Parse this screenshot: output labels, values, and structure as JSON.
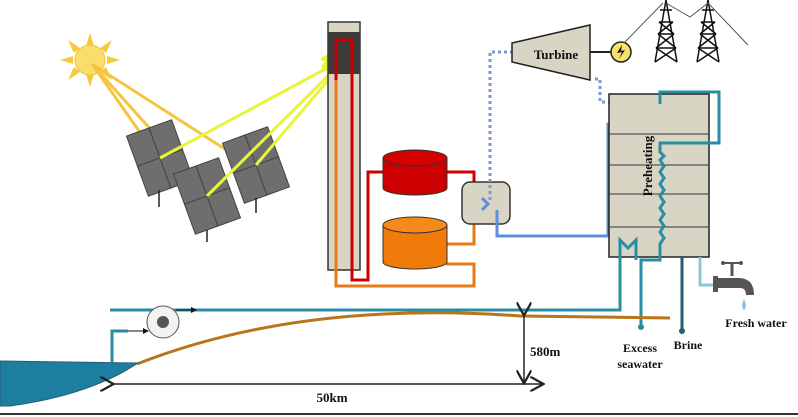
{
  "labels": {
    "turbine": "Turbine",
    "preheating": "Preheating",
    "fresh_water": "Fresh water",
    "excess_line1": "Excess",
    "excess_line2": "seawater",
    "brine": "Brine",
    "elevation": "580m",
    "distance": "50km"
  },
  "icons": [
    "sun-icon",
    "heliostat-icon",
    "solar-tower-icon",
    "hot-tank-icon",
    "cold-tank-icon",
    "heat-exchanger-icon",
    "turbine-icon",
    "generator-icon",
    "power-pylon-icon",
    "desalination-unit-icon",
    "faucet-icon",
    "pump-icon",
    "sea-icon"
  ],
  "colors": {
    "sun": "#f7d24a",
    "sun_ray": "#f5c542",
    "reflected_ray": "#e8f53a",
    "panel": "#6e6e6e",
    "tower_body": "#d9d5c5",
    "receiver": "#3b3b3b",
    "hot_salt": "#cc0000",
    "cold_salt": "#e87a1a",
    "steam": "#5b8fd6",
    "seawater": "#2a8ea3",
    "brine": "#1f5f6e",
    "fresh_water": "#8ec8d8",
    "ground": "#b8751a",
    "sea": "#1c7fa0",
    "unit_body": "#d9d5c5"
  }
}
